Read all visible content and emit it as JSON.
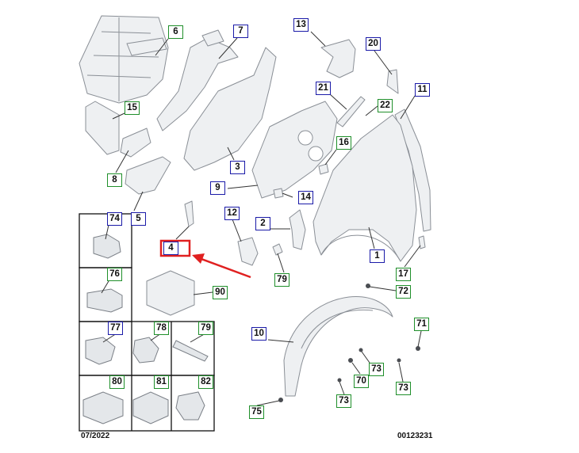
{
  "callouts": {
    "c6": "6",
    "c7": "7",
    "c13": "13",
    "c20": "20",
    "c15": "15",
    "c21": "21",
    "c22": "22",
    "c11": "11",
    "c16": "16",
    "c3": "3",
    "c9": "9",
    "c14": "14",
    "c8": "8",
    "c5": "5",
    "c74": "74",
    "c12": "12",
    "c2": "2",
    "c4": "4",
    "c1": "1",
    "c17": "17",
    "c79": "79",
    "c76": "76",
    "c90": "90",
    "c72": "72",
    "c10": "10",
    "c71": "71",
    "c77": "77",
    "c78": "78",
    "c79b": "79",
    "c73a": "73",
    "c70": "70",
    "c80": "80",
    "c81": "81",
    "c82": "82",
    "c73b": "73",
    "c75": "75",
    "c73c": "73"
  },
  "footer": {
    "date": "07/2022",
    "ref": "00123231"
  },
  "colors": {
    "frame_blue": "#1a1aa8",
    "frame_green": "#1f8f2a",
    "highlight_red": "#e02020",
    "part_line": "#8a8f96",
    "part_fill": "#eef0f2"
  }
}
